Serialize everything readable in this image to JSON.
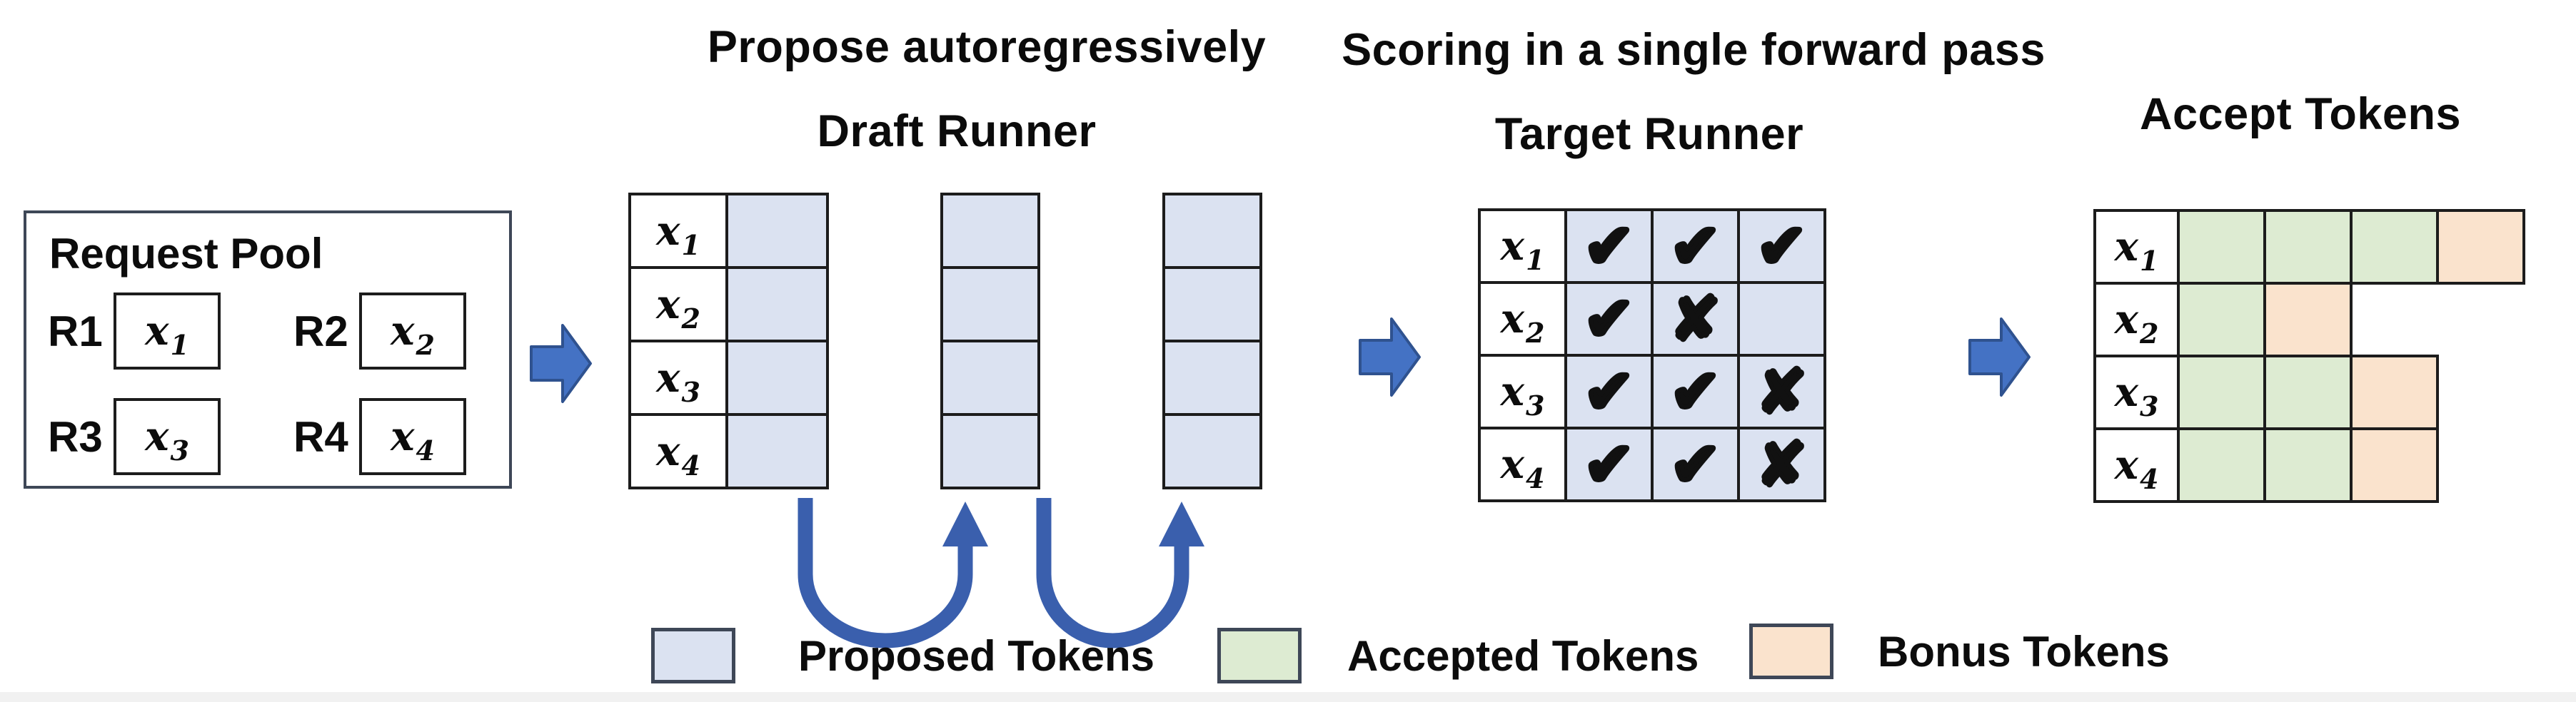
{
  "titles": {
    "propose": "Propose autoregressively",
    "draft_runner": "Draft Runner",
    "scoring": "Scoring in a single forward pass",
    "target_runner": "Target Runner",
    "accept": "Accept Tokens"
  },
  "request_pool": {
    "title": "Request Pool",
    "requests": [
      {
        "label": "R1",
        "token": {
          "base": "x",
          "sub": "1"
        }
      },
      {
        "label": "R2",
        "token": {
          "base": "x",
          "sub": "2"
        }
      },
      {
        "label": "R3",
        "token": {
          "base": "x",
          "sub": "3"
        }
      },
      {
        "label": "R4",
        "token": {
          "base": "x",
          "sub": "4"
        }
      }
    ]
  },
  "draft": {
    "row_labels": [
      {
        "base": "x",
        "sub": "1"
      },
      {
        "base": "x",
        "sub": "2"
      },
      {
        "base": "x",
        "sub": "3"
      },
      {
        "base": "x",
        "sub": "4"
      }
    ],
    "proposal_columns": 3,
    "rows": 4
  },
  "target": {
    "row_labels": [
      {
        "base": "x",
        "sub": "1"
      },
      {
        "base": "x",
        "sub": "2"
      },
      {
        "base": "x",
        "sub": "3"
      },
      {
        "base": "x",
        "sub": "4"
      }
    ],
    "marks": [
      [
        "✔",
        "✔",
        "✔"
      ],
      [
        "✔",
        "✘",
        ""
      ],
      [
        "✔",
        "✔",
        "✘"
      ],
      [
        "✔",
        "✔",
        "✘"
      ]
    ]
  },
  "accept": {
    "row_labels": [
      {
        "base": "x",
        "sub": "1"
      },
      {
        "base": "x",
        "sub": "2"
      },
      {
        "base": "x",
        "sub": "3"
      },
      {
        "base": "x",
        "sub": "4"
      }
    ],
    "rows": [
      [
        "accepted",
        "accepted",
        "accepted",
        "bonus"
      ],
      [
        "accepted",
        "bonus"
      ],
      [
        "accepted",
        "accepted",
        "bonus"
      ],
      [
        "accepted",
        "accepted",
        "bonus"
      ]
    ]
  },
  "legend": {
    "items": [
      {
        "swatch": "proposed",
        "label": "Proposed Tokens",
        "color": "#dbe2f1"
      },
      {
        "swatch": "accepted",
        "label": "Accepted Tokens",
        "color": "#ddebd2"
      },
      {
        "swatch": "bonus",
        "label": "Bonus Tokens",
        "color": "#fae3cd"
      }
    ]
  },
  "colors": {
    "proposed_fill": "#dbe2f1",
    "accepted_fill": "#ddebd2",
    "bonus_fill": "#fae3cd",
    "table_border": "#1c1c1c",
    "pool_border": "#3e4757",
    "arrow_fill": "#4472c4",
    "arrow_border": "#2f528f",
    "loop_arrow": "#3a5fad"
  }
}
